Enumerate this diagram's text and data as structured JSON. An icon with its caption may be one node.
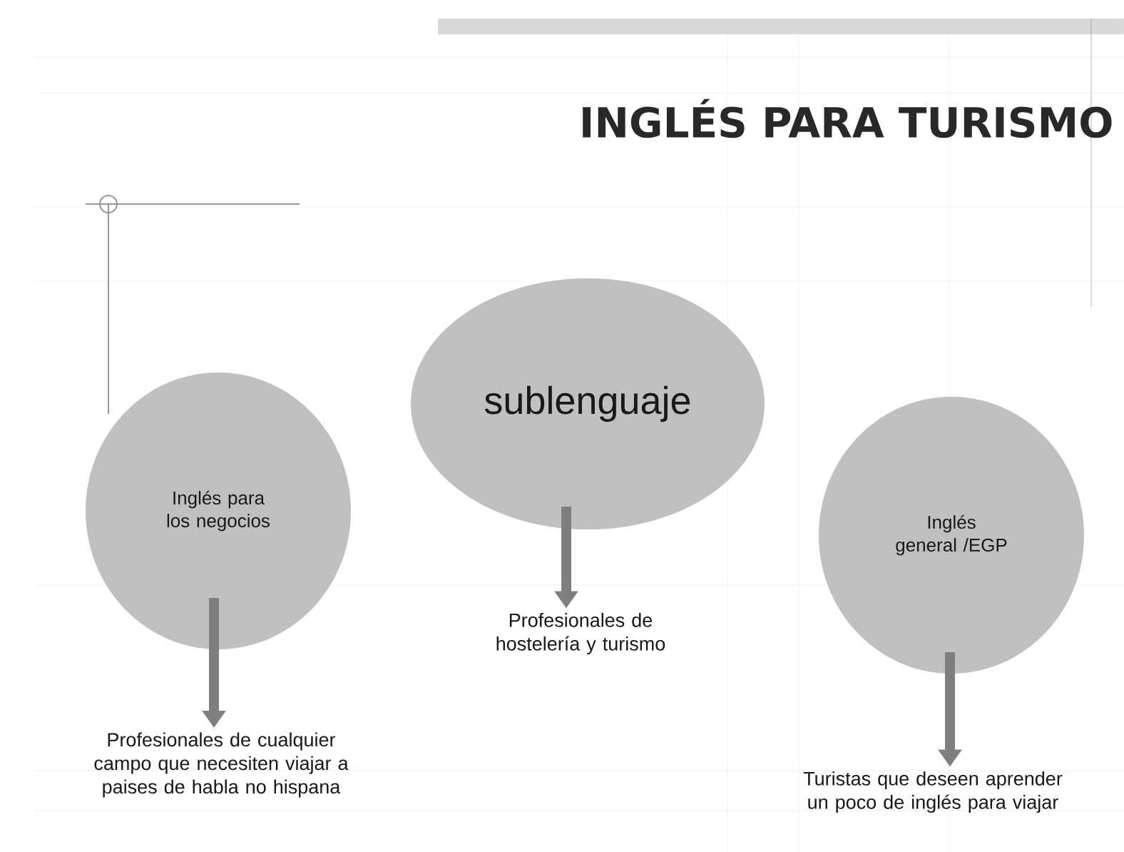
{
  "diagram": {
    "title": "INGLÉS PARA TURISMO",
    "nodes": [
      {
        "text": [
          "Inglés para los negocios"
        ]
      },
      {
        "text": [
          "sublenguaje"
        ]
      },
      {
        "text": [
          "Inglés general /EGP"
        ]
      },
      {
        "text": [
          "Profesionales de cualquier campo que necesiten viajar a paises de habla no hispana"
        ]
      },
      {
        "text": [
          "Profesionales de hostelería y turismo"
        ]
      },
      {
        "text": [
          "Turistas que deseen aprender un poco de inglés para viajar"
        ]
      }
    ],
    "edges": [
      {
        "from": 0,
        "to": 3,
        "arrow": "to"
      },
      {
        "from": 1,
        "to": 4,
        "arrow": "to"
      },
      {
        "from": 2,
        "to": 5,
        "arrow": "to"
      }
    ]
  }
}
